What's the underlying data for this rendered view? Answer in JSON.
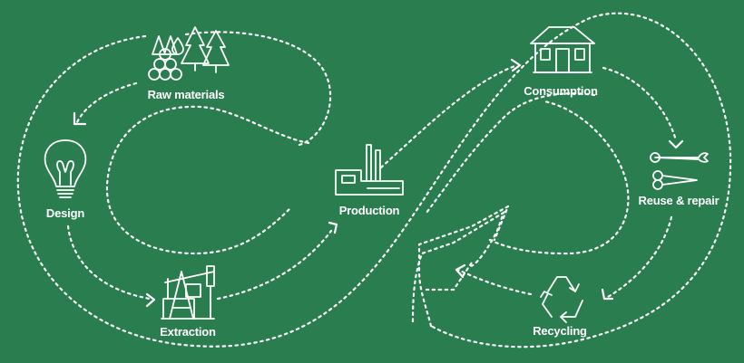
{
  "colors": {
    "background": "#2a7d4f",
    "foreground": "#ffffff"
  },
  "stages": {
    "raw_materials": {
      "label": "Raw materials",
      "icon": "logs-water-tree-icon"
    },
    "design": {
      "label": "Design",
      "icon": "light-bulb-icon"
    },
    "extraction": {
      "label": "Extraction",
      "icon": "oil-pump-icon"
    },
    "production": {
      "label": "Production",
      "icon": "factory-icon"
    },
    "consumption": {
      "label": "Consumption",
      "icon": "house-icon"
    },
    "reuse_repair": {
      "label": "Reuse & repair",
      "icon": "wrench-scissors-icon"
    },
    "recycling": {
      "label": "Recycling",
      "icon": "recycle-icon"
    }
  }
}
